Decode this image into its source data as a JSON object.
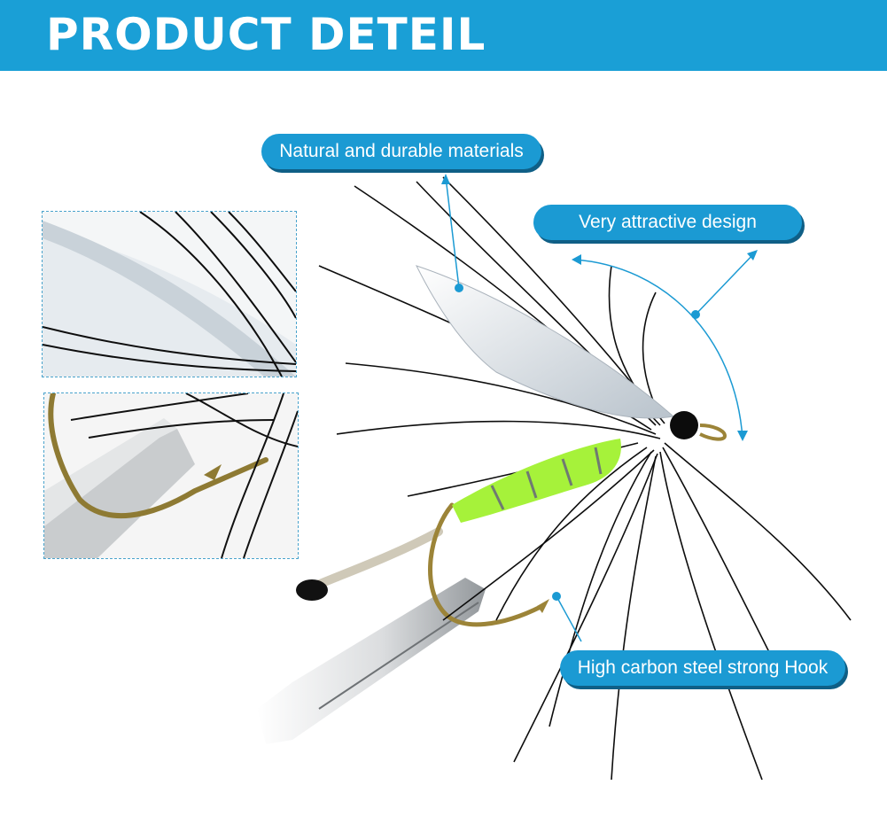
{
  "header": {
    "title": "PRODUCT DETEIL"
  },
  "callouts": [
    {
      "label": "Natural and durable materials"
    },
    {
      "label": "Very attractive design"
    },
    {
      "label": "High carbon steel strong Hook"
    }
  ],
  "colors": {
    "banner": "#1a9fd6",
    "pill": "#1b9ad3",
    "pill_shadow": "#0f5f86",
    "body_chartreuse": "#a6f23a",
    "hook_gold": "#9c8438"
  },
  "icons": [
    "fly-fishing-lure",
    "fishing-hook",
    "tweezers",
    "feather-wing",
    "detail-zoom-feather",
    "detail-zoom-hook"
  ]
}
